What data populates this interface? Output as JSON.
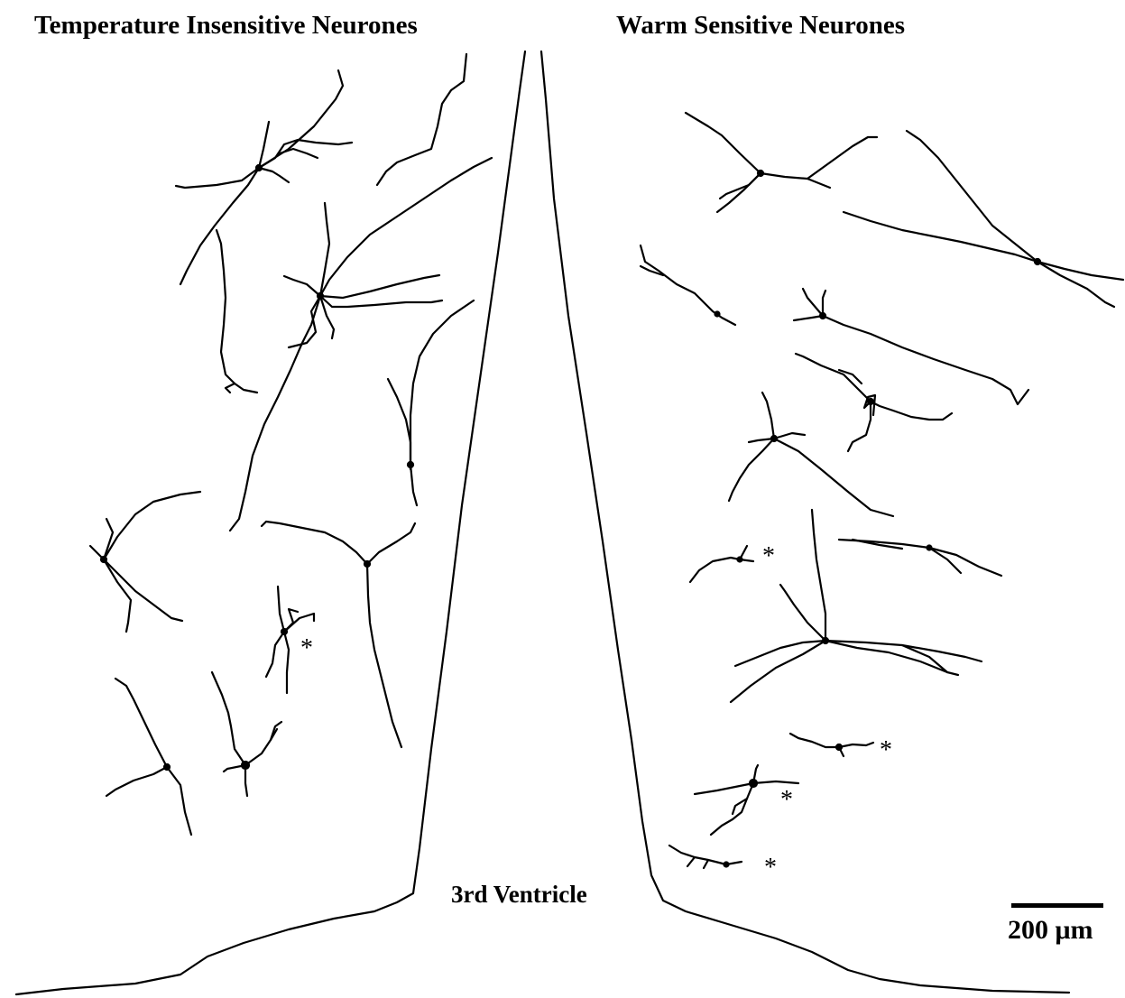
{
  "titles": {
    "left": "Temperature Insensitive Neurones",
    "right": "Warm Sensitive Neurones"
  },
  "ventricle_label": "3rd Ventricle",
  "marker_symbol": "*",
  "scale_bar": {
    "label": "200 μm"
  },
  "colors": {
    "ink": "#000000",
    "background": "#ffffff"
  }
}
